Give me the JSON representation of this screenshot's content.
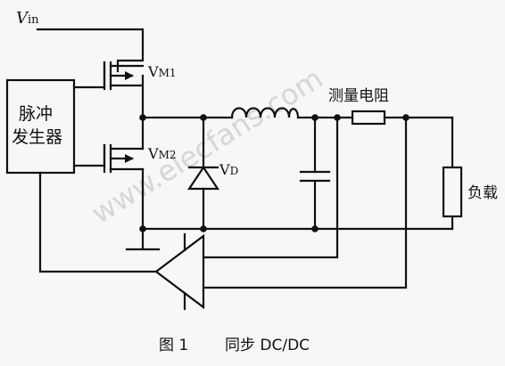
{
  "labels": {
    "vin": "Vin",
    "pulse_gen_line1": "脉冲",
    "pulse_gen_line2": "发生器",
    "vm1": "VM1",
    "vm2": "VM2",
    "vd": "VD",
    "sense_resistor": "测量电阻",
    "load": "负载",
    "watermark": "www.elecfans.com"
  },
  "caption": {
    "figure": "图 1",
    "title": "同步 DC/DC"
  },
  "colors": {
    "line": "#111111",
    "background": "#f7f7f7",
    "watermark": "#d6d6d6"
  }
}
